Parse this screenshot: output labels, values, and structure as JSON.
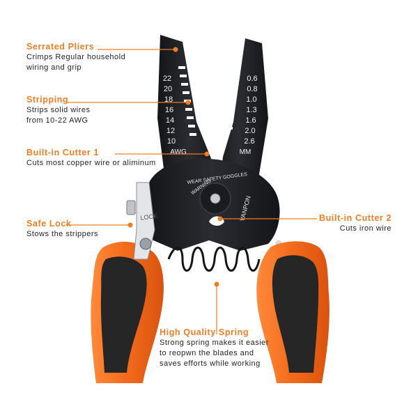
{
  "tool": {
    "awg_unit": "AWG",
    "awg_gauges": [
      "22",
      "20",
      "18",
      "16",
      "14",
      "12",
      "10"
    ],
    "mm_unit": "MM",
    "mm_gauges": [
      "0.6",
      "0.8",
      "1.0",
      "1.3",
      "1.6",
      "2.0",
      "2.6"
    ],
    "warning_line1": "WARNING",
    "warning_line2": "WEAR SAFETY GOGGLES",
    "brand": "VANPON",
    "lock_label": "LOCK"
  },
  "callouts": {
    "serrated_pliers": {
      "title": "Serrated Pliers",
      "lines": [
        "Crimps Regular household",
        "wiring and grip"
      ]
    },
    "stripping": {
      "title": "Stripping",
      "lines": [
        "Strips solid wires",
        "from 10-22 AWG"
      ]
    },
    "cutter1": {
      "title": "Built-in Cutter 1",
      "lines": [
        "Cuts most copper wire or aliminum"
      ]
    },
    "safe_lock": {
      "title": "Safe Lock",
      "lines": [
        "Stows the strippers"
      ]
    },
    "cutter2": {
      "title": "Built-in Cutter 2",
      "lines": [
        "Cuts iron wire"
      ]
    },
    "spring": {
      "title": "High Quality Spring",
      "lines": [
        "Strong spring makes it easier",
        "to reopwn the blades and",
        "saves efforts while working"
      ]
    }
  },
  "colors": {
    "accent": "#ef7d22",
    "metal": "#1e1f22",
    "handle_orange": "#f26a1b",
    "handle_black": "#232323"
  }
}
